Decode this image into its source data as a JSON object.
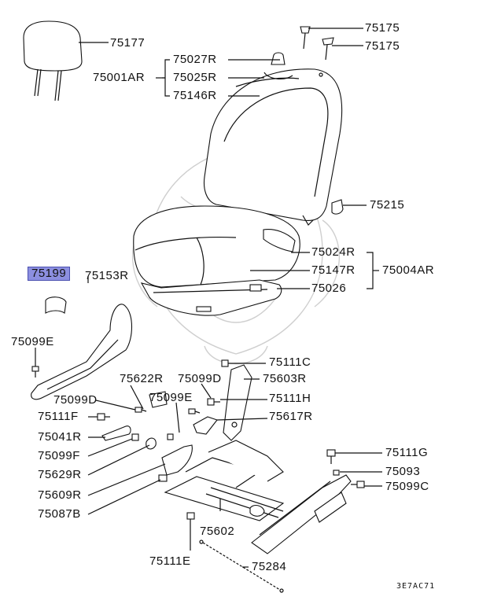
{
  "diagram": {
    "code": "3E7AC71",
    "parts": [
      {
        "id": "p75177",
        "label": "75177"
      },
      {
        "id": "p75175a",
        "label": "75175"
      },
      {
        "id": "p75175b",
        "label": "75175"
      },
      {
        "id": "p75027R",
        "label": "75027R"
      },
      {
        "id": "p75001AR",
        "label": "75001AR"
      },
      {
        "id": "p75025R",
        "label": "75025R"
      },
      {
        "id": "p75146R",
        "label": "75146R"
      },
      {
        "id": "p75215",
        "label": "75215"
      },
      {
        "id": "p75024R",
        "label": "75024R"
      },
      {
        "id": "p75147R",
        "label": "75147R"
      },
      {
        "id": "p75004AR",
        "label": "75004AR"
      },
      {
        "id": "p75026",
        "label": "75026"
      },
      {
        "id": "p75199",
        "label": "75199"
      },
      {
        "id": "p75153R",
        "label": "75153R"
      },
      {
        "id": "p75099E_a",
        "label": "75099E"
      },
      {
        "id": "p75111C",
        "label": "75111C"
      },
      {
        "id": "p75622R",
        "label": "75622R"
      },
      {
        "id": "p75099D_a",
        "label": "75099D"
      },
      {
        "id": "p75603R",
        "label": "75603R"
      },
      {
        "id": "p75099D_b",
        "label": "75099D"
      },
      {
        "id": "p75099E_b",
        "label": "75099E"
      },
      {
        "id": "p75111H",
        "label": "75111H"
      },
      {
        "id": "p75111F",
        "label": "75111F"
      },
      {
        "id": "p75617R",
        "label": "75617R"
      },
      {
        "id": "p75041R",
        "label": "75041R"
      },
      {
        "id": "p75099F",
        "label": "75099F"
      },
      {
        "id": "p75111G",
        "label": "75111G"
      },
      {
        "id": "p75629R",
        "label": "75629R"
      },
      {
        "id": "p75093",
        "label": "75093"
      },
      {
        "id": "p75099C",
        "label": "75099C"
      },
      {
        "id": "p75609R",
        "label": "75609R"
      },
      {
        "id": "p75087B",
        "label": "75087B"
      },
      {
        "id": "p75602",
        "label": "75602"
      },
      {
        "id": "p75111E",
        "label": "75111E"
      },
      {
        "id": "p75284",
        "label": "75284"
      }
    ]
  }
}
